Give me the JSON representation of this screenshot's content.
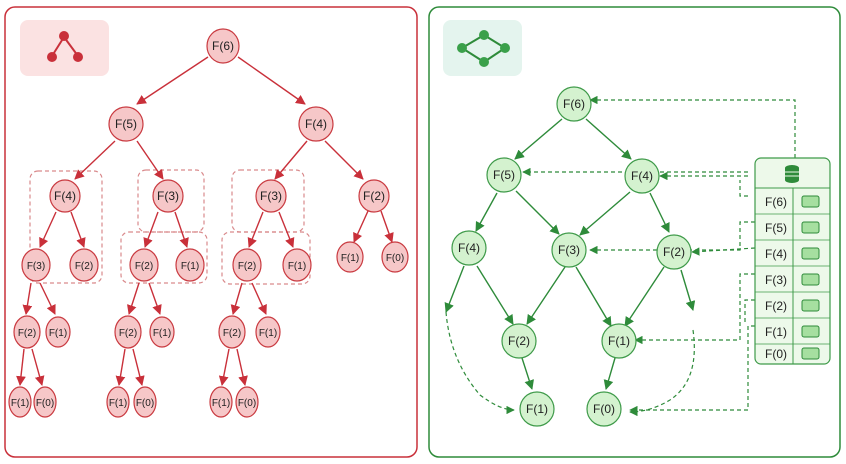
{
  "colors": {
    "recursion_accent": "#c9303a",
    "recursion_fill": "#f6c7c8",
    "recursion_stroke": "#c93a40",
    "recursion_badge_bg": "#fbe2e2",
    "memo_accent": "#2e8b3a",
    "memo_fill": "#d4f2cf",
    "memo_stroke": "#3e9a49",
    "memo_badge_bg": "#e4f4ee",
    "table_cell_fill": "#a6dfa0"
  },
  "icons": {
    "recursion_panel": "tree-icon",
    "memo_panel": "graph-icon",
    "memo_table_header": "database-icon"
  },
  "recursion_tree": {
    "nodes": [
      {
        "id": "r0",
        "label": "F(6)"
      },
      {
        "id": "r1",
        "label": "F(5)"
      },
      {
        "id": "r2",
        "label": "F(4)"
      },
      {
        "id": "r3",
        "label": "F(4)"
      },
      {
        "id": "r4",
        "label": "F(3)"
      },
      {
        "id": "r5",
        "label": "F(3)"
      },
      {
        "id": "r6",
        "label": "F(2)"
      },
      {
        "id": "r7",
        "label": "F(3)"
      },
      {
        "id": "r8",
        "label": "F(2)"
      },
      {
        "id": "r9",
        "label": "F(2)"
      },
      {
        "id": "r10",
        "label": "F(1)"
      },
      {
        "id": "r11",
        "label": "F(2)"
      },
      {
        "id": "r12",
        "label": "F(1)"
      },
      {
        "id": "r13",
        "label": "F(1)"
      },
      {
        "id": "r14",
        "label": "F(0)"
      },
      {
        "id": "r15",
        "label": "F(2)"
      },
      {
        "id": "r16",
        "label": "F(1)"
      },
      {
        "id": "r17",
        "label": "F(2)"
      },
      {
        "id": "r18",
        "label": "F(1)"
      },
      {
        "id": "r19",
        "label": "F(2)"
      },
      {
        "id": "r20",
        "label": "F(1)"
      },
      {
        "id": "r21",
        "label": "F(1)"
      },
      {
        "id": "r22",
        "label": "F(0)"
      },
      {
        "id": "r23",
        "label": "F(1)"
      },
      {
        "id": "r24",
        "label": "F(0)"
      },
      {
        "id": "r25",
        "label": "F(1)"
      },
      {
        "id": "r26",
        "label": "F(0)"
      }
    ]
  },
  "memo_graph": {
    "nodes": [
      {
        "id": "g0",
        "label": "F(6)"
      },
      {
        "id": "g1",
        "label": "F(5)"
      },
      {
        "id": "g2",
        "label": "F(4)"
      },
      {
        "id": "g3",
        "label": "F(4)"
      },
      {
        "id": "g4",
        "label": "F(3)"
      },
      {
        "id": "g5",
        "label": "F(2)"
      },
      {
        "id": "g6",
        "label": "F(2)"
      },
      {
        "id": "g7",
        "label": "F(1)"
      },
      {
        "id": "g8",
        "label": "F(1)"
      },
      {
        "id": "g9",
        "label": "F(0)"
      }
    ],
    "memo_table": {
      "rows": [
        "F(6)",
        "F(5)",
        "F(4)",
        "F(3)",
        "F(2)",
        "F(1)",
        "F(0)"
      ]
    }
  }
}
